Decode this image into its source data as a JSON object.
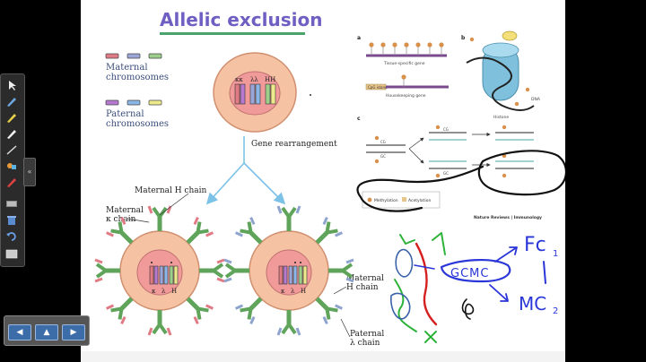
{
  "title": "Allelic exclusion",
  "legend": {
    "maternal_line1": "Maternal",
    "maternal_line2": "chromosomes",
    "paternal_line1": "Paternal",
    "paternal_line2": "chromosomes",
    "maternal_colors": [
      "#e07a84",
      "#9aa6d8",
      "#9ccf8c"
    ],
    "paternal_colors": [
      "#b57ad0",
      "#8bb6e6",
      "#ecea8c"
    ]
  },
  "top_cell": {
    "labels": [
      "κκ",
      "λλ",
      "HH"
    ]
  },
  "arrow_label": "Gene rearrangement",
  "left_cell": {
    "callout_h": "Maternal H chain",
    "callout_k_line1": "Maternal",
    "callout_k_line2": "κ chain",
    "gene_labels": [
      "κ",
      "λ",
      "H"
    ]
  },
  "right_cell": {
    "callout_h_line1": "Maternal",
    "callout_h_line2": "H chain",
    "callout_l_line1": "Paternal",
    "callout_l_line2": "λ chain",
    "gene_labels": [
      "κ",
      "λ",
      "H"
    ]
  },
  "figure": {
    "panel_a": "a",
    "panel_b": "b",
    "panel_c": "c",
    "tissue_gene": "Tissue-specific gene",
    "housekeeping_gene": "Housekeeping gene",
    "cpg_island": "CpG island",
    "histone": "Histone",
    "dna": "DNA",
    "cg": "CG",
    "gc": "GC",
    "methylation": "Methylation",
    "acetylation": "Acetylation",
    "journal": "Nature Reviews | Immunology"
  },
  "annotations": {
    "fc": "Fc",
    "fc_sub": "1",
    "gcmc": "GCMC",
    "mc": "MC",
    "mc_sub": "2"
  },
  "colors": {
    "title": "#6f5fc2",
    "underline": "#4aa36a",
    "cell_fill": "#f5c2a4",
    "cell_border": "#d09070",
    "nucleus_fill": "#f19a9a",
    "antibody_green": "#5fa45a",
    "antibody_blue": "#8fa3cf",
    "antibody_pink": "#e07a84",
    "arrow": "#7cc2e6",
    "ink_black": "#111111",
    "ink_green": "#2db23a",
    "ink_red": "#d62020",
    "ink_blue": "#2a36d8"
  },
  "toolbar": {
    "tools": [
      "pointer-tool",
      "pen-tool",
      "highlighter-tool",
      "eraser-tool",
      "line-tool",
      "shape-tool",
      "pen-red-tool",
      "text-tool",
      "delete-tool",
      "undo-tool",
      "screen-tool"
    ]
  },
  "navigation": {
    "prev": "◀",
    "menu": "▲",
    "next": "▶"
  }
}
